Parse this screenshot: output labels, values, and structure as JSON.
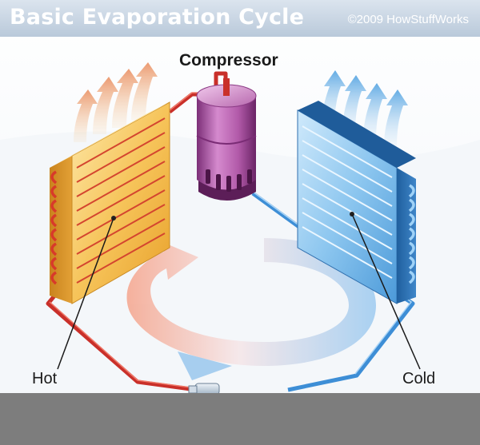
{
  "title": "Basic Evaporation Cycle",
  "credit": "©2009 HowStuffWorks",
  "labels": {
    "compressor": "Compressor",
    "hot": "Hot",
    "cold": "Cold"
  },
  "colors": {
    "hot_pipe": "#d93a2b",
    "cold_pipe": "#4a9ee0",
    "hot_coil": "#f2b23a",
    "cold_coil": "#3d8fd6",
    "compressor": "#b15aa8",
    "header_bar": "#c9d6e3",
    "footer_bar": "#7d7d7d"
  },
  "icons": [
    "warm-air-arrow-icon",
    "cool-air-arrow-icon",
    "flow-arrow-icon"
  ]
}
